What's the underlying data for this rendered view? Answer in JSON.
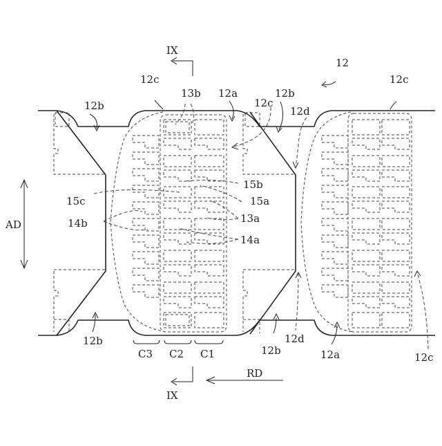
{
  "labels": {
    "section_top": "IX",
    "section_bottom": "IX",
    "axial_direction": "AD",
    "rotation_direction": "RD",
    "ref_12": "12",
    "ref_12a_top": "12a",
    "ref_12a_bottom": "12a",
    "ref_12b_top_left": "12b",
    "ref_12b_top_right": "12b",
    "ref_12b_bottom_left": "12b",
    "ref_12b_bottom_right": "12b",
    "ref_12c_top_left": "12c",
    "ref_12c_top_mid": "12c",
    "ref_12c_top_right": "12c",
    "ref_12c_bottom_right": "12c",
    "ref_12d_top": "12d",
    "ref_12d_bottom": "12d",
    "ref_13a": "13a",
    "ref_13b": "13b",
    "ref_14a": "14a",
    "ref_14b": "14b",
    "ref_15a": "15a",
    "ref_15b": "15b",
    "ref_15c": "15c",
    "col_c1": "C1",
    "col_c2": "C2",
    "col_c3": "C3"
  }
}
